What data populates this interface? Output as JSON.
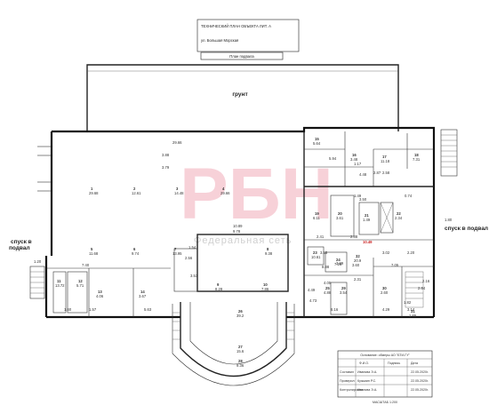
{
  "title_block": {
    "line1": "ТЕХНИЧЕСКИЙ ПЛАН ОБЪЕКТА ЛИТ. А",
    "line2": "",
    "line3": "ул. Большая Морская",
    "line4": "",
    "sheet_label": "План подвала"
  },
  "plan_labels": {
    "ground": "грунт",
    "descent_left": "спуск в\nподвал",
    "descent_right": "спуск в подвал",
    "dim_left": "1.20",
    "dim_right": "1.80"
  },
  "watermark": {
    "logo": "РБН",
    "caption": "Федеральная сеть"
  },
  "room_numbers": [
    "1",
    "2",
    "3",
    "4",
    "5",
    "6",
    "7",
    "8",
    "9",
    "10",
    "11",
    "12",
    "13",
    "14",
    "15",
    "16",
    "17",
    "18",
    "19",
    "20",
    "21",
    "22",
    "23",
    "24",
    "25",
    "26",
    "27",
    "28",
    "29",
    "30",
    "31",
    "32"
  ],
  "room_areas": [
    "29.68",
    "12.61",
    "14.48",
    "29.66",
    "11.68",
    "9.74",
    "13.95",
    "9.38",
    "8.28",
    "7.86",
    "13.72",
    "5.71",
    "4.06",
    "3.67",
    "5.64",
    "3.48",
    "11.18",
    "7.31",
    "6.11",
    "3.61",
    "1.49",
    "2.34",
    "10.61",
    "7.26",
    "4.88",
    "39.2",
    "15.6",
    "9.36",
    "3.54",
    "2.60",
    "1.65",
    "20.9"
  ],
  "dimensions": [
    "29.66",
    "10.89",
    "9.78",
    "5.94",
    "1.17",
    "4.48",
    "2.87",
    "2.58",
    "1.49",
    "3.50",
    "0.74",
    "2.41",
    "2.88",
    "10.49",
    "3.55",
    "2.31",
    "3.02",
    "4.05",
    "4.49",
    "4.73",
    "3.89",
    "3.60",
    "1.60",
    "1.57",
    "5.63",
    "7.40",
    "3.88",
    "3.79",
    "2.56",
    "3.53",
    "1.54",
    "7.05",
    "2.20",
    "2.64",
    "2.16",
    "1.82",
    "8.88",
    "6.16",
    "4.29",
    "3.14"
  ],
  "stamp": {
    "header": "Основание: обмеры АО \"БТИ-ГУ\"",
    "columns": [
      "Ф.И.О.",
      "Подпись",
      "Дата"
    ],
    "rows": [
      {
        "role": "Составил",
        "name": "Иванова Э.А.",
        "date": "22.05.2020г."
      },
      {
        "role": "Проверил",
        "name": "Кузьмин Р.С.",
        "date": "22.05.2020г."
      },
      {
        "role": "Контролировал",
        "name": "Иванова Э.А.",
        "date": "22.05.2020г."
      }
    ],
    "scale": "МАСШТАБ 1:200"
  }
}
